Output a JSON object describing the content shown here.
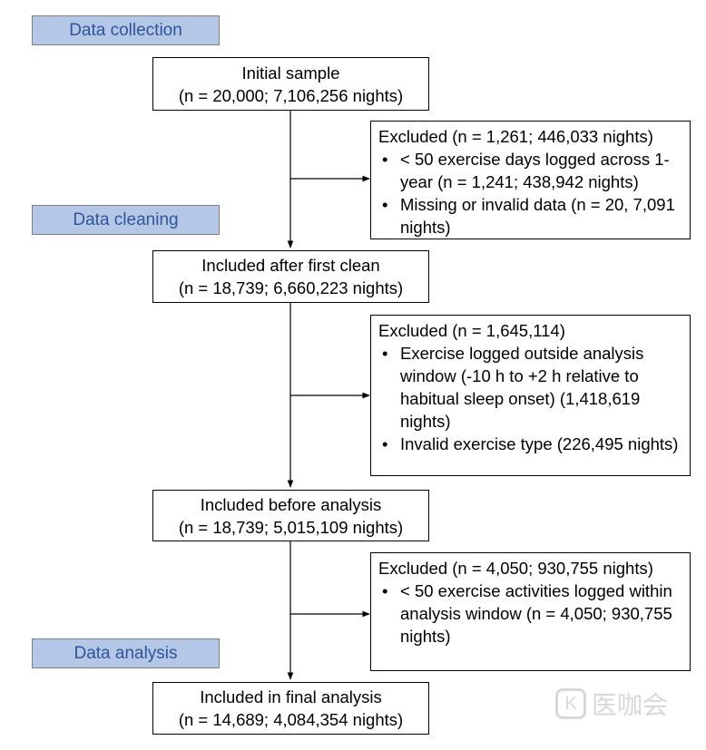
{
  "phases": {
    "collection": "Data collection",
    "cleaning": "Data cleaning",
    "analysis": "Data analysis"
  },
  "boxes": {
    "initial": {
      "line1": "Initial sample",
      "line2": "(n = 20,000; 7,106,256 nights)"
    },
    "first_clean": {
      "line1": "Included after first clean",
      "line2": "(n = 18,739; 6,660,223 nights)"
    },
    "before_analysis": {
      "line1": "Included before analysis",
      "line2": "(n = 18,739; 5,015,109 nights)"
    },
    "final": {
      "line1": "Included in final analysis",
      "line2": "(n = 14,689; 4,084,354 nights)"
    }
  },
  "exclusions": {
    "first": {
      "heading": "Excluded (n = 1,261; 446,033 nights)",
      "items": [
        "< 50 exercise days logged across 1-year (n = 1,241; 438,942 nights)",
        "Missing or invalid data (n = 20, 7,091 nights)"
      ]
    },
    "second": {
      "heading": "Excluded (n = 1,645,114)",
      "items": [
        "Exercise logged outside analysis window (-10 h to +2 h relative to habitual sleep onset) (1,418,619 nights)",
        "Invalid exercise type (226,495 nights)"
      ]
    },
    "third": {
      "heading": "Excluded (n = 4,050; 930,755 nights)",
      "items": [
        "< 50 exercise activities logged within analysis window (n = 4,050; 930,755 nights)"
      ]
    }
  },
  "watermark": {
    "text": "医咖会",
    "logo_char": "K"
  }
}
